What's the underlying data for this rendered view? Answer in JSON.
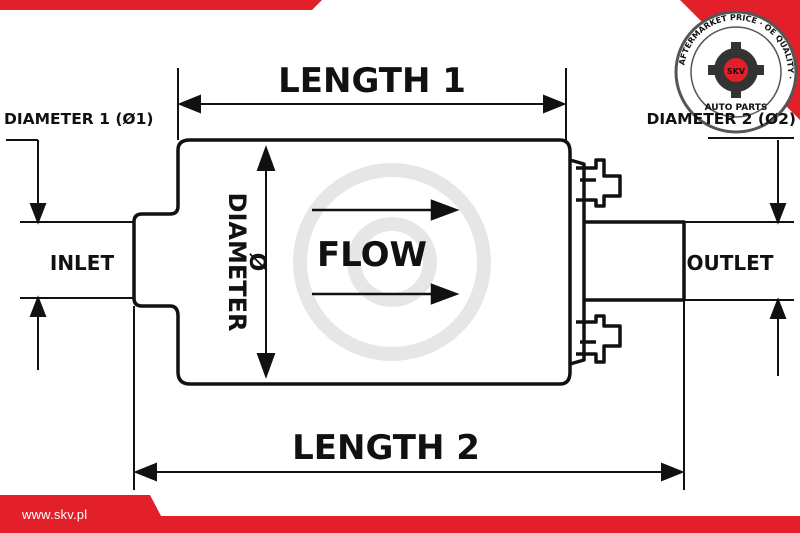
{
  "labels": {
    "length1": "LENGTH 1",
    "length2": "LENGTH 2",
    "diameter1": "DIAMETER 1 (Ø1)",
    "diameter2": "DIAMETER 2 (Ø2)",
    "inlet": "INLET",
    "outlet": "OUTLET",
    "flow": "FLOW",
    "diameter_body": "DIAMETER",
    "diameter_symbol": "Ø"
  },
  "logo": {
    "ring_text": "AFTERMARKET PRICE · OE QUALITY ·",
    "center": "SKV",
    "bottom": "AUTO PARTS"
  },
  "footer": {
    "url": "www.skv.pl"
  },
  "colors": {
    "brand_red": "#e3202a",
    "ink": "#111111",
    "watermark": "#e6e6e6"
  }
}
